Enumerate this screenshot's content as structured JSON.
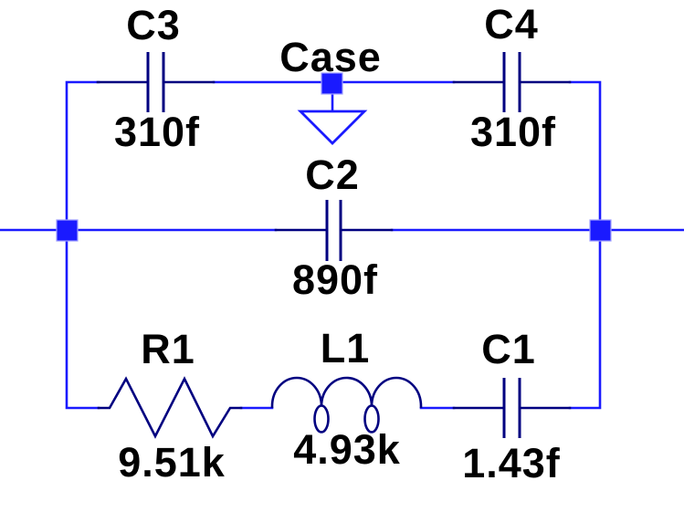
{
  "schematic": {
    "case_label": "Case",
    "components": [
      {
        "id": "C3",
        "type": "capacitor",
        "value": "310f"
      },
      {
        "id": "C4",
        "type": "capacitor",
        "value": "310f"
      },
      {
        "id": "C2",
        "type": "capacitor",
        "value": "890f"
      },
      {
        "id": "R1",
        "type": "resistor",
        "value": "9.51k"
      },
      {
        "id": "L1",
        "type": "inductor",
        "value": "4.93k"
      },
      {
        "id": "C1",
        "type": "capacitor",
        "value": "1.43f"
      }
    ],
    "colors": {
      "wire": "#1a1aff",
      "symbol": "#000080",
      "text": "#000000"
    }
  }
}
